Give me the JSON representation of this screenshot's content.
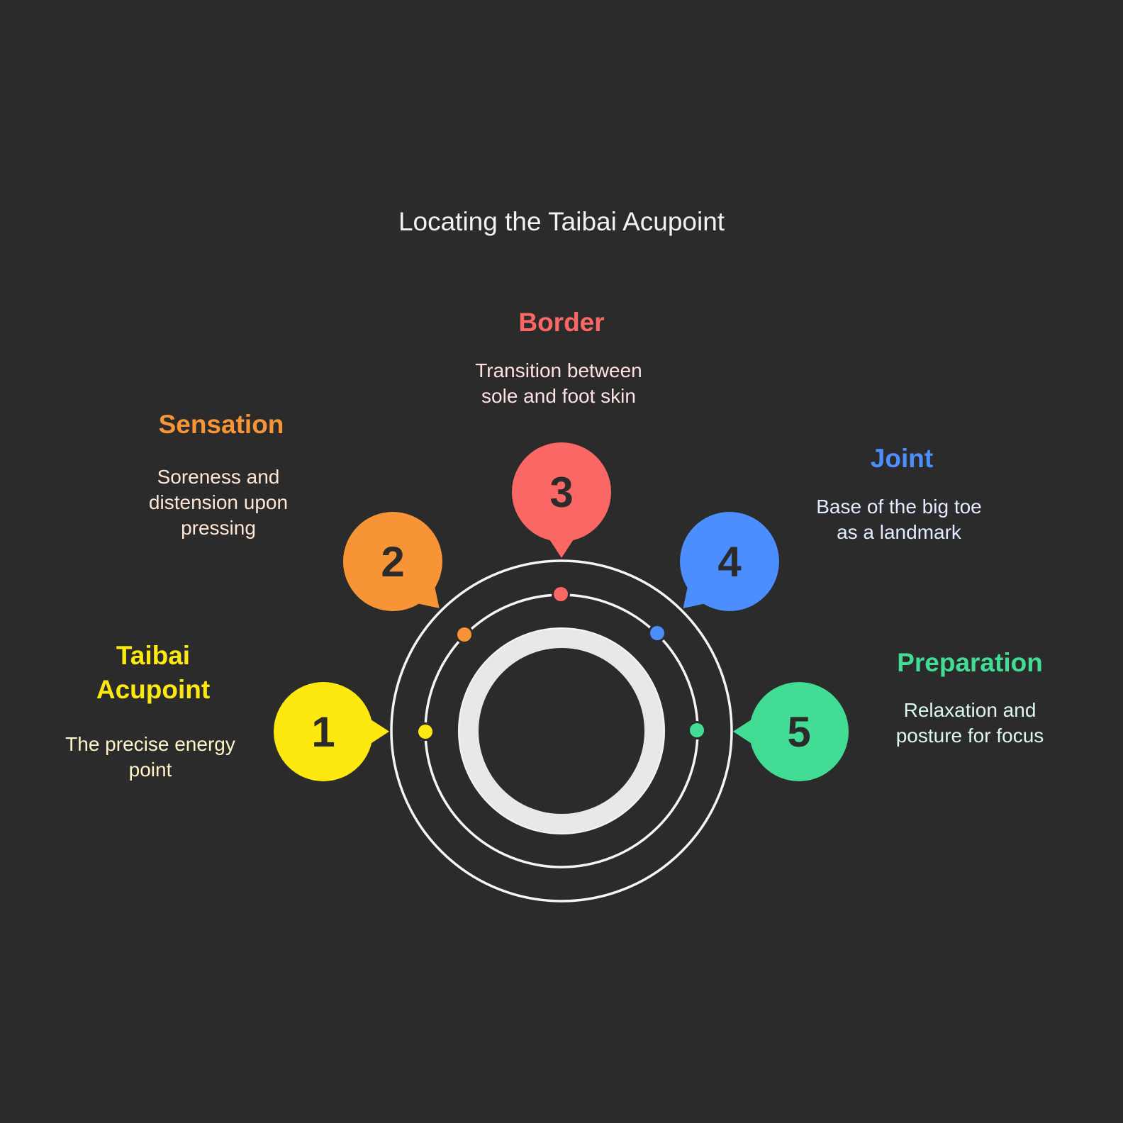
{
  "title": "Locating the Taibai Acupoint",
  "colors": {
    "background": "#2b2b2b",
    "ring": "#ebebeb",
    "orbit": "#f5f5f5"
  },
  "steps": [
    {
      "number": "1",
      "heading": [
        "Taibai",
        "Acupoint"
      ],
      "description": [
        "The precise energy",
        "point"
      ],
      "color": "#fde910",
      "text_color": "#fff4c8"
    },
    {
      "number": "2",
      "heading": [
        "Sensation"
      ],
      "description": [
        "Soreness and",
        "distension upon",
        "pressing"
      ],
      "color": "#f79536",
      "text_color": "#ffe6d4"
    },
    {
      "number": "3",
      "heading": [
        "Border"
      ],
      "description": [
        "Transition between",
        "sole and foot skin"
      ],
      "color": "#fb6764",
      "text_color": "#ffe1e1"
    },
    {
      "number": "4",
      "heading": [
        "Joint"
      ],
      "description": [
        "Base of the big toe",
        "as a landmark"
      ],
      "color": "#4c8efd",
      "text_color": "#e2ecff"
    },
    {
      "number": "5",
      "heading": [
        "Preparation"
      ],
      "description": [
        "Relaxation and",
        "posture for focus"
      ],
      "color": "#42dc95",
      "text_color": "#ddf8ea"
    }
  ]
}
